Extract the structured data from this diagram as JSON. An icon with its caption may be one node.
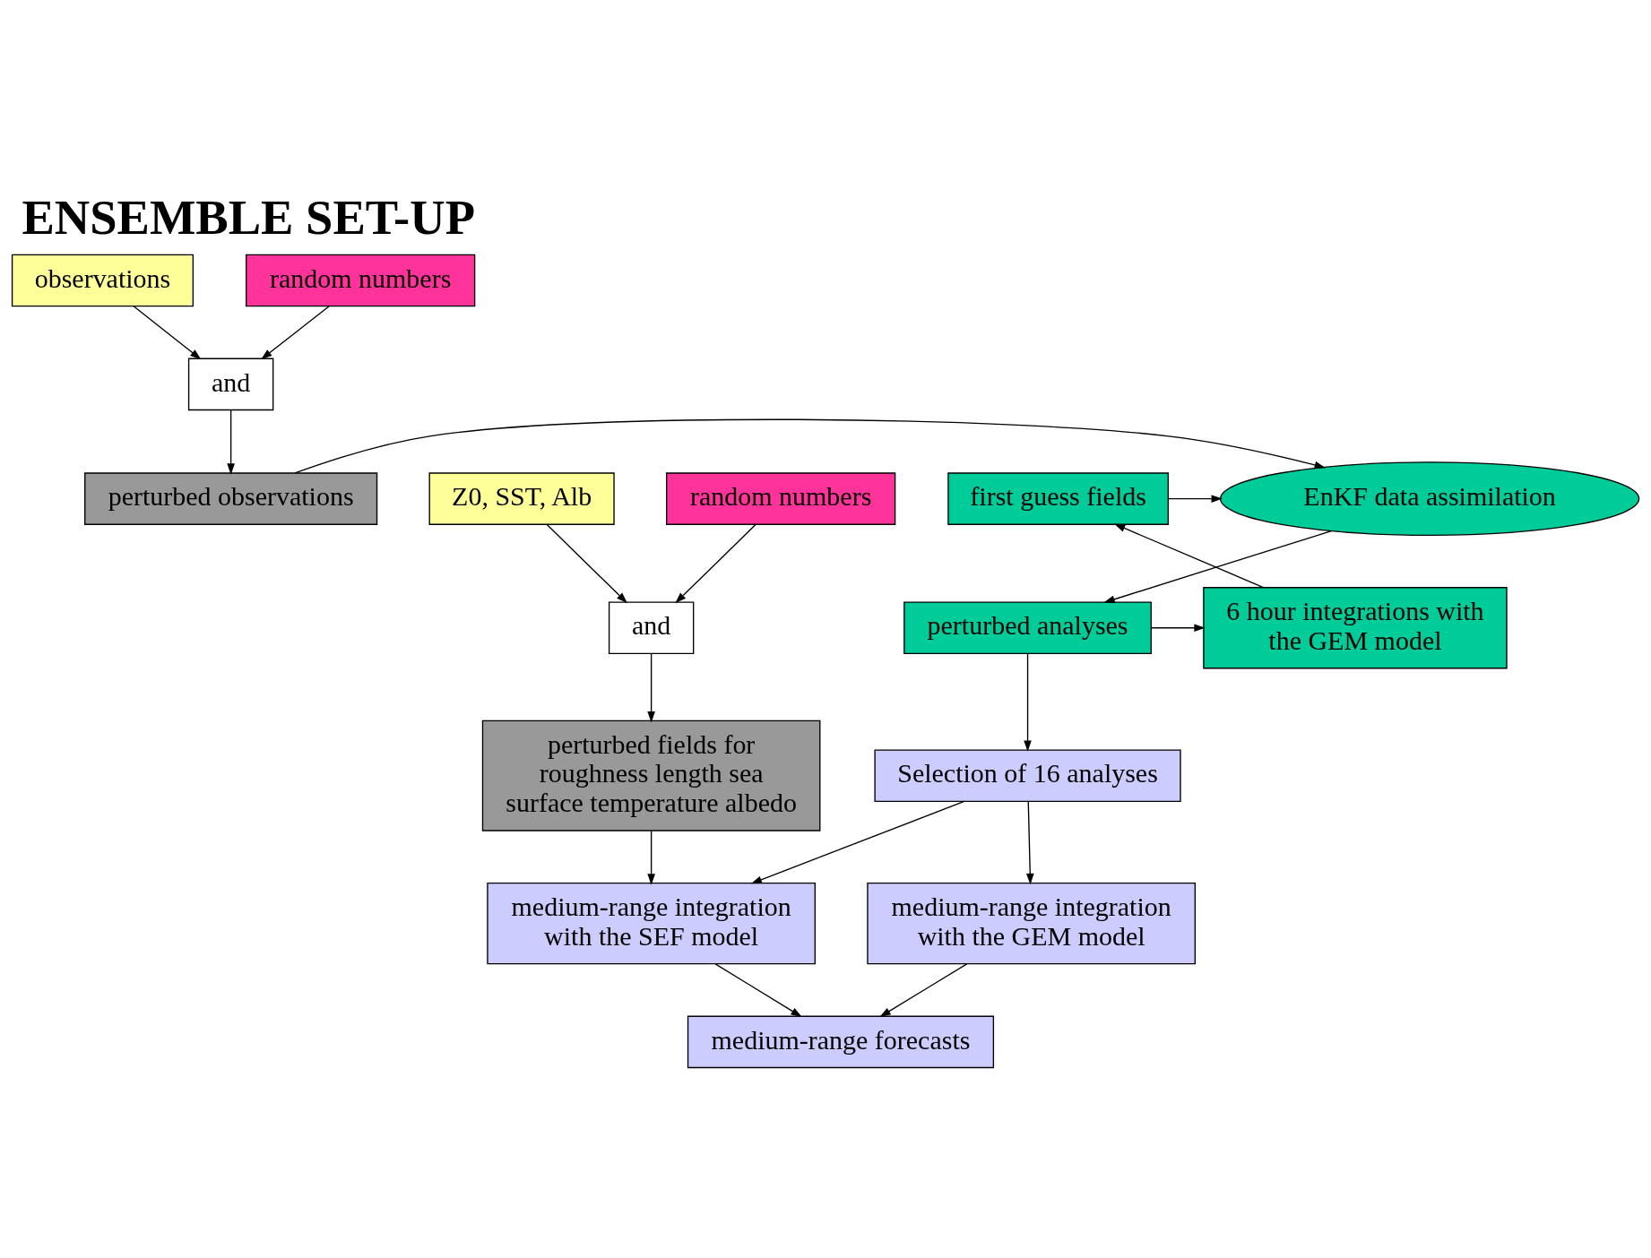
{
  "diagram": {
    "title": "ENSEMBLE SET-UP",
    "nodes": [
      {
        "text": [
          "observations"
        ]
      },
      {
        "text": [
          "random numbers"
        ]
      },
      {
        "text": [
          "and"
        ]
      },
      {
        "text": [
          "first guess fields"
        ]
      },
      {
        "text": [
          "EnKF data assimilation"
        ]
      },
      {
        "text": [
          "perturbed observations"
        ]
      },
      {
        "text": [
          "6 hour integrations with the GEM model"
        ]
      },
      {
        "text": [
          "perturbed analyses"
        ]
      },
      {
        "text": [
          "random numbers"
        ]
      },
      {
        "text": [
          "and"
        ]
      },
      {
        "text": [
          "perturbed fields for roughness length sea surface temperature albedo"
        ]
      },
      {
        "text": [
          "Z0, SST, Alb"
        ]
      },
      {
        "text": [
          "Selection of 16 analyses"
        ]
      },
      {
        "text": [
          "medium-range integration with the SEF model"
        ]
      },
      {
        "text": [
          "medium-range forecasts"
        ]
      },
      {
        "text": [
          "medium-range integration with the GEM model"
        ]
      }
    ],
    "edges": [
      {
        "from": 0,
        "to": 2,
        "arrow": "to"
      },
      {
        "from": 1,
        "to": 2,
        "arrow": "to"
      },
      {
        "from": 2,
        "to": 5,
        "arrow": "to"
      },
      {
        "from": 3,
        "to": 4,
        "arrow": "to"
      },
      {
        "from": 5,
        "to": 4,
        "arrow": "to"
      },
      {
        "from": 4,
        "to": 7,
        "arrow": "to"
      },
      {
        "from": 7,
        "to": 6,
        "arrow": "to"
      },
      {
        "from": 6,
        "to": 3,
        "arrow": "to"
      },
      {
        "from": 7,
        "to": 12,
        "arrow": "to"
      },
      {
        "from": 8,
        "to": 9,
        "arrow": "to"
      },
      {
        "from": 11,
        "to": 9,
        "arrow": "to"
      },
      {
        "from": 9,
        "to": 10,
        "arrow": "to"
      },
      {
        "from": 10,
        "to": 13,
        "arrow": "to"
      },
      {
        "from": 12,
        "to": 13,
        "arrow": "to"
      },
      {
        "from": 12,
        "to": 15,
        "arrow": "to"
      },
      {
        "from": 13,
        "to": 14,
        "arrow": "to"
      },
      {
        "from": 15,
        "to": 14,
        "arrow": "to"
      }
    ]
  }
}
